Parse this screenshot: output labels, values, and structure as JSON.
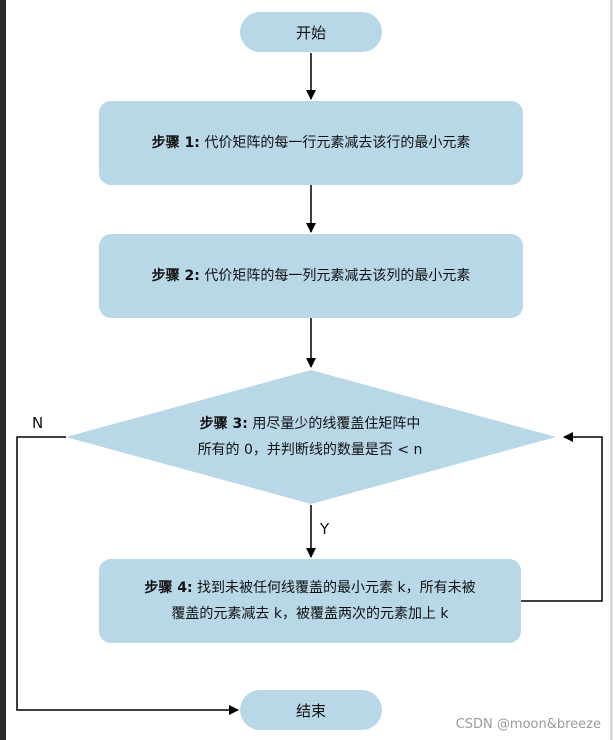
{
  "nodes": {
    "start": "开始",
    "step1": {
      "label": "步骤 1:",
      "text": "代价矩阵的每一行元素减去该行的最小元素"
    },
    "step2": {
      "label": "步骤 2:",
      "text": "代价矩阵的每一列元素减去该列的最小元素"
    },
    "step3": {
      "label": "步骤 3:",
      "text_line1": "用尽量少的线覆盖住矩阵中",
      "text_line2": "所有的 0，并判断线的数量是否 < n"
    },
    "step4": {
      "label": "步骤 4:",
      "text_line1": "找到未被任何线覆盖的最小元素 k，所有未被",
      "text_line2": "覆盖的元素减去 k，被覆盖两次的元素加上 k"
    },
    "end": "结束"
  },
  "edge_labels": {
    "yes": "Y",
    "no": "N"
  },
  "watermark": "CSDN @moon&breeze",
  "colors": {
    "node_fill": "#b8d8e8",
    "arrow": "#000000"
  }
}
